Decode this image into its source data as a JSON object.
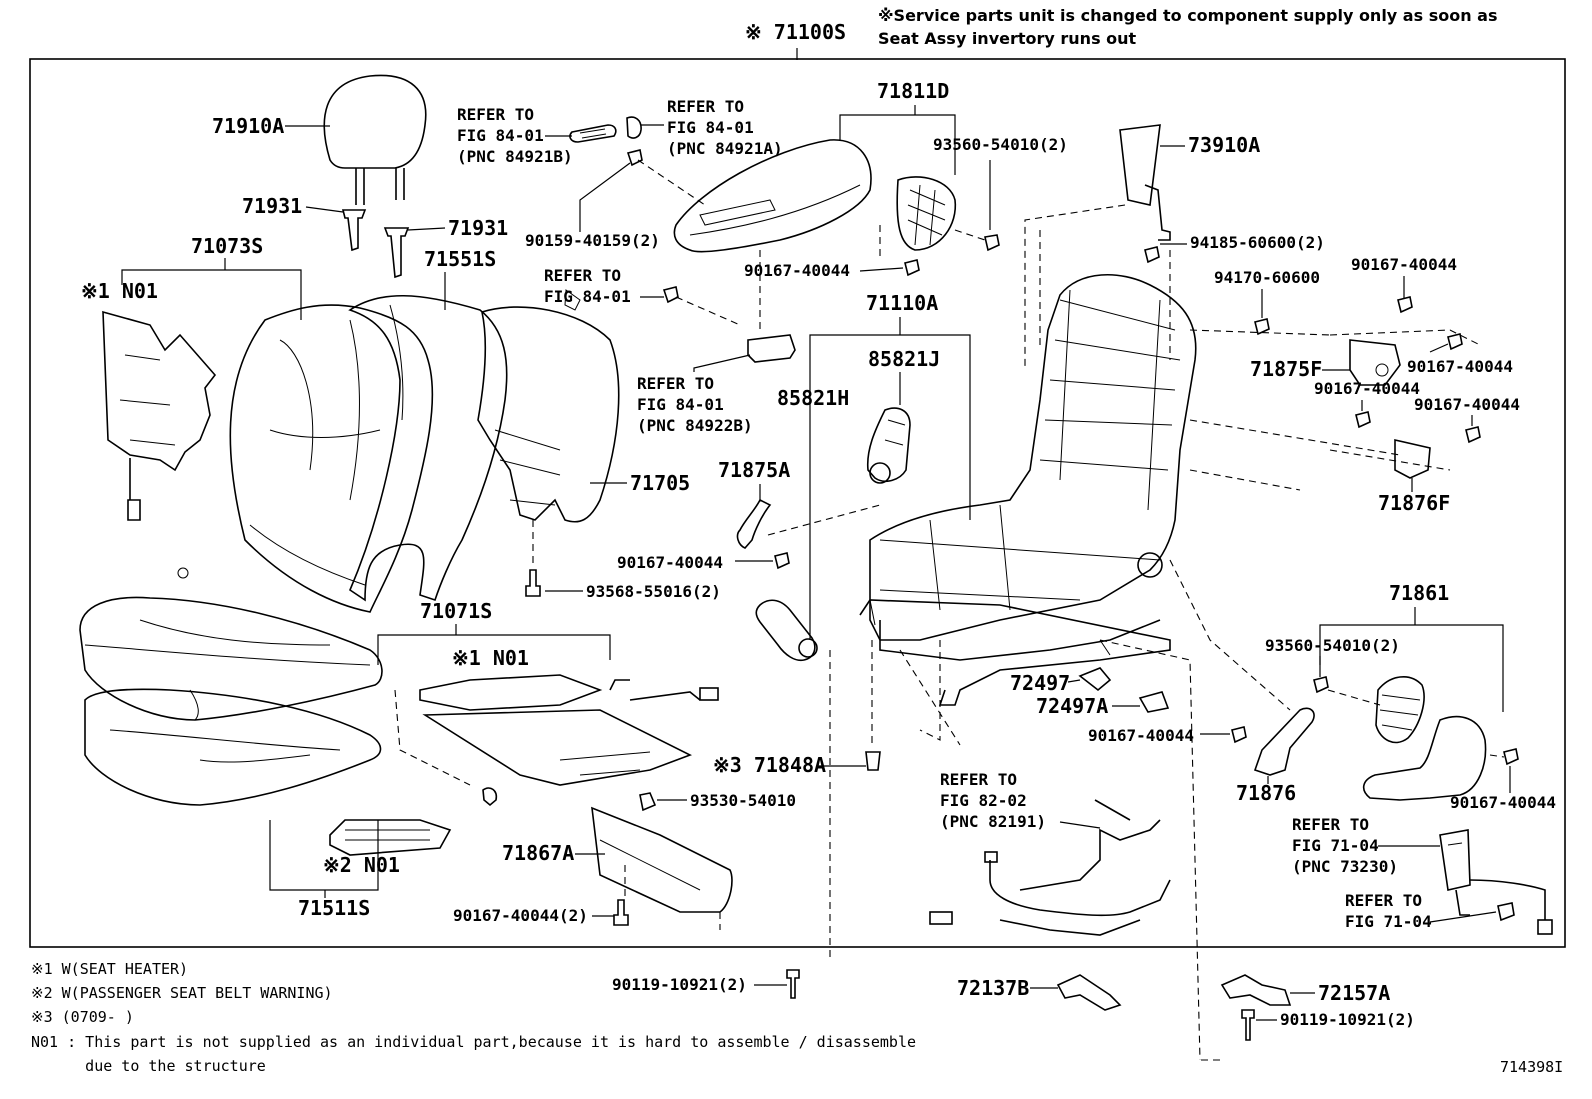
{
  "header": {
    "main_assembly": "※ 71100S",
    "service_note_line1": "※Service parts unit is changed to component supply only as soon as",
    "service_note_line2": "Seat Assy invertory runs out"
  },
  "callouts": {
    "headrest": "71910A",
    "guide_left": "71931",
    "guide_right": "71931",
    "back_cover": "71073S",
    "n01_back": "※1 N01",
    "back_pad": "71551S",
    "back_board": "71705",
    "ref_84921b_a": "REFER TO",
    "ref_84921b_b": "FIG 84-01",
    "ref_84921b_c": "(PNC 84921B)",
    "ref_84921a_a": "REFER TO",
    "ref_84921a_b": "FIG 84-01",
    "ref_84921a_c": "(PNC 84921A)",
    "screw_90159": "90159-40159(2)",
    "shield": "71811D",
    "screw_93560_top": "93560-54010(2)",
    "screw_90167_mid": "90167-40044",
    "ref_8401_a": "REFER TO",
    "ref_8401_b": "FIG 84-01",
    "ref_84922b_a": "REFER TO",
    "ref_84922b_b": "FIG 84-01",
    "ref_84922b_c": "(PNC 84922B)",
    "track_assy": "71110A",
    "motor_j": "85821J",
    "motor_h": "85821H",
    "cover_71875a": "71875A",
    "screw_90167_a": "90167-40044",
    "screw_93568": "93568-55016(2)",
    "cushion_cover": "71071S",
    "n01_cushion": "※1 N01",
    "cushion_pad": "71511S",
    "n01_mat": "※2 N01",
    "shield_lower": "71867A",
    "screw_93530": "93530-54010",
    "screw_90167_2": "90167-40044(2)",
    "bolt_90119_a": "90119-10921(2)",
    "cover_71848a": "※3 71848A",
    "side_73910a": "73910A",
    "nut_94185": "94185-60600(2)",
    "nut_94170": "94170-60600",
    "screw_90167_r1": "90167-40044",
    "screw_90167_r2": "90167-40044",
    "screw_90167_r3": "90167-40044",
    "screw_90167_r4": "90167-40044",
    "cover_71875f": "71875F",
    "cover_71876f": "71876F",
    "knob_71861": "71861",
    "screw_93560_low": "93560-54010(2)",
    "cover_72497": "72497",
    "cover_72497a": "72497A",
    "screw_90167_low": "90167-40044",
    "cover_71876": "71876",
    "screw_90167_br": "90167-40044",
    "ref_82191_a": "REFER TO",
    "ref_82191_b": "FIG 82-02",
    "ref_82191_c": "(PNC 82191)",
    "ref_73230_a": "REFER TO",
    "ref_73230_b": "FIG 71-04",
    "ref_73230_c": "(PNC 73230)",
    "ref_7104_a": "REFER TO",
    "ref_7104_b": "FIG 71-04",
    "cover_72137b": "72137B",
    "cover_72157a": "72157A",
    "bolt_90119_b": "90119-10921(2)"
  },
  "footnotes": {
    "n1": "※1 W(SEAT HEATER)",
    "n2": "※2 W(PASSENGER SEAT BELT WARNING)",
    "n3": "※3 (0709-     )",
    "n01_line1": "N01 : This part is not supplied as an individual part,because it is hard to assemble / disassemble",
    "n01_line2": "      due to the structure"
  },
  "figure_id": "714398I"
}
